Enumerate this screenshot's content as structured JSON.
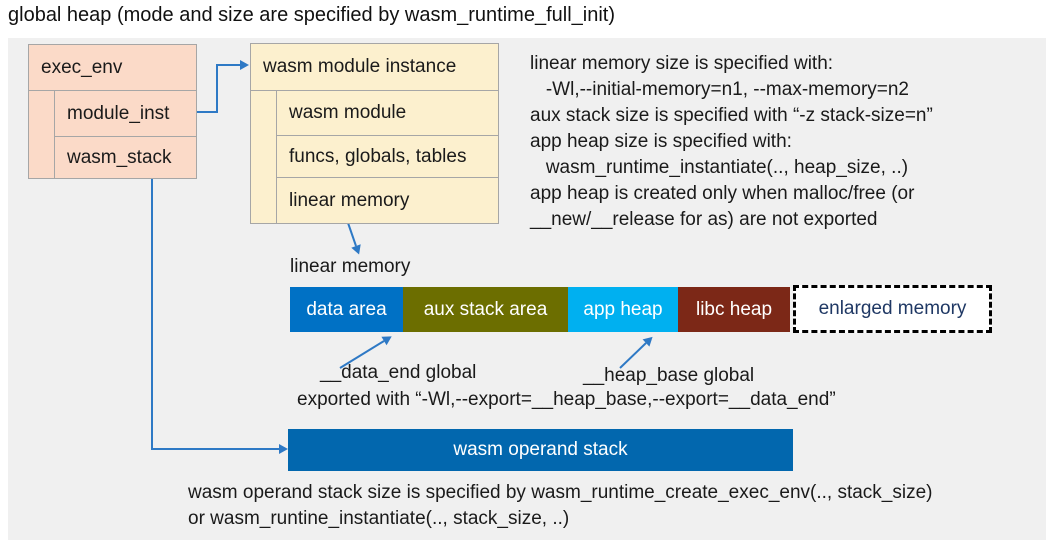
{
  "title": "global heap (mode and size are specified by wasm_runtime_full_init)",
  "exec_env": {
    "header": "exec_env",
    "rows": [
      "module_inst",
      "wasm_stack"
    ],
    "fill": "#FBDAC8",
    "border": "#A6A6A6"
  },
  "module_instance": {
    "header": "wasm module instance",
    "rows": [
      "wasm module",
      "funcs, globals, tables",
      "linear memory"
    ],
    "fill": "#FCF0CE",
    "border": "#A6A6A6"
  },
  "notes": {
    "lines": [
      "linear memory size is specified with:",
      "   -Wl,--initial-memory=n1, --max-memory=n2",
      "aux stack size is specified with “-z stack-size=n”",
      "app heap size is specified with:",
      "   wasm_runtime_instantiate(.., heap_size, ..)",
      "app heap is created only when malloc/free (or",
      "__new/__release for as) are not exported"
    ]
  },
  "linear_memory": {
    "label": "linear memory",
    "segments": [
      {
        "label": "data area",
        "color": "#0071C5",
        "text_color": "#FFFFFF"
      },
      {
        "label": "aux stack area",
        "color": "#6C6E00",
        "text_color": "#FFFFFF"
      },
      {
        "label": "app heap",
        "color": "#00B0F0",
        "text_color": "#FFFFFF"
      },
      {
        "label": "libc heap",
        "color": "#7C2817",
        "text_color": "#FFFFFF"
      },
      {
        "label": "enlarged memory",
        "color": "#FFFFFF",
        "text_color": "#1F3864",
        "border_style": "dashed black"
      }
    ]
  },
  "annotations": {
    "data_end_label": "__data_end global",
    "heap_base_label": "__heap_base global",
    "exported_line": "exported with “-Wl,--export=__heap_base,--export=__data_end”"
  },
  "operand_stack": {
    "label": "wasm operand stack",
    "color": "#0267AE"
  },
  "footer": {
    "line1": "wasm operand stack size is specified by wasm_runtime_create_exec_env(.., stack_size)",
    "line2": "or wasm_runtine_instantiate(.., stack_size, ..)"
  },
  "colors": {
    "panel_bg": "#F0F0F0",
    "arrow": "#2E79C5",
    "text": "#1A1A1A"
  }
}
